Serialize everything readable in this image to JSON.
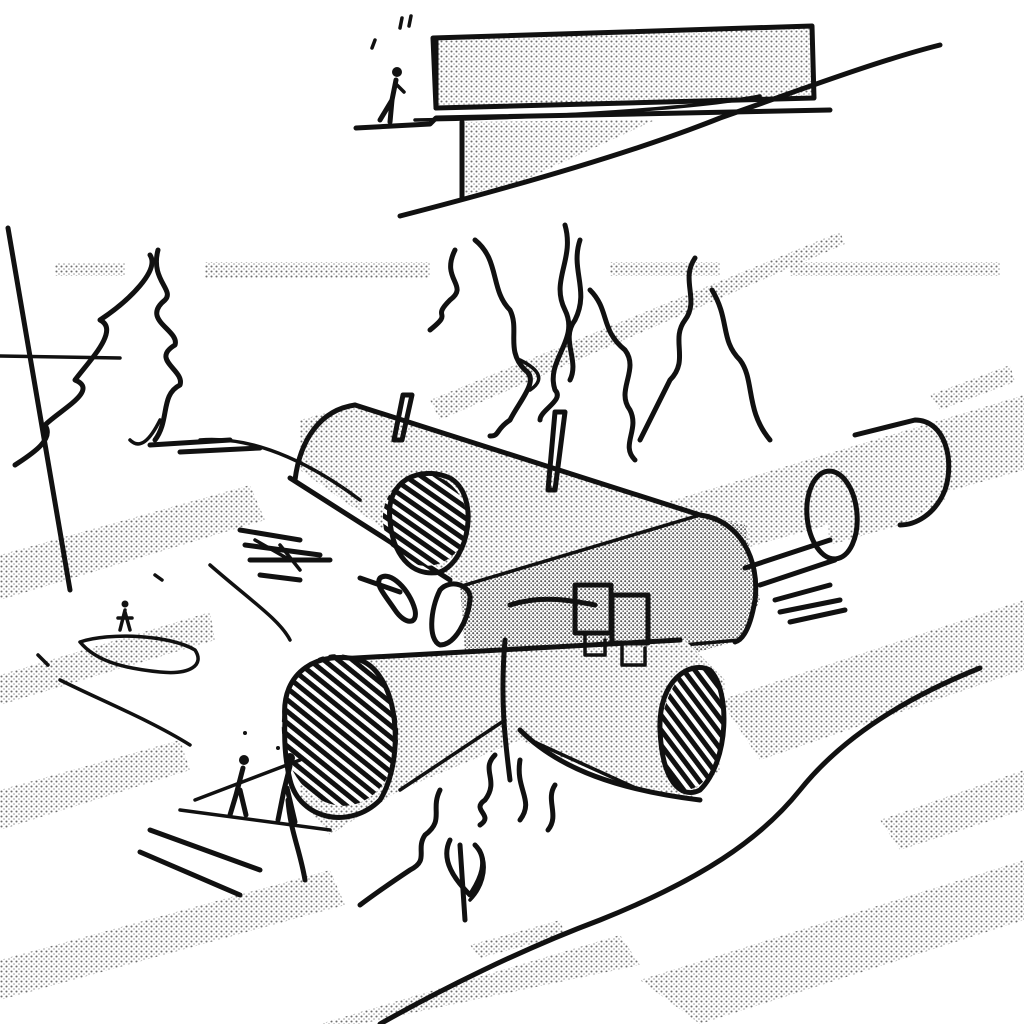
{
  "colors": {
    "paper": "#ffffff",
    "ink": "#111111",
    "screentone": "#8a8a8a"
  },
  "subjects": [
    "cantilevered-building-section",
    "tube-building-complex",
    "trees",
    "human-figures",
    "snowy-hillside-bands"
  ]
}
